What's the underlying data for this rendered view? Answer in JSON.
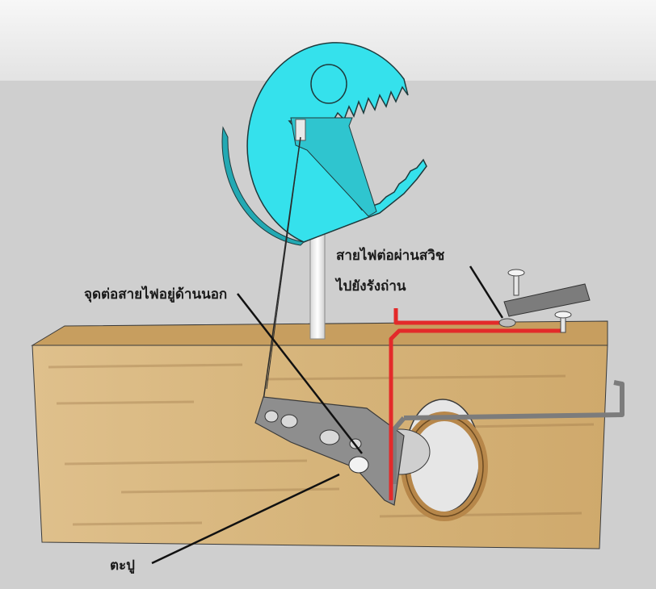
{
  "labels": {
    "switch_wire": "สายไฟต่อผ่านสวิช",
    "switch_wire_line2": "ไปยังรังถ่าน",
    "outside_connection": "จุดต่อสายไฟอยู่ด้านนอก",
    "nail": "ตะปู"
  },
  "colors": {
    "sky": "#ececec",
    "ground": "#cfcfcf",
    "pacman": "#35e1ec",
    "wood": "#d7b47b",
    "wire": "#e32a2a",
    "rod": "#7c7c7c",
    "bracket": "#8e8e8e",
    "ring": "#b7874a",
    "pole": "#f4f4f4"
  }
}
